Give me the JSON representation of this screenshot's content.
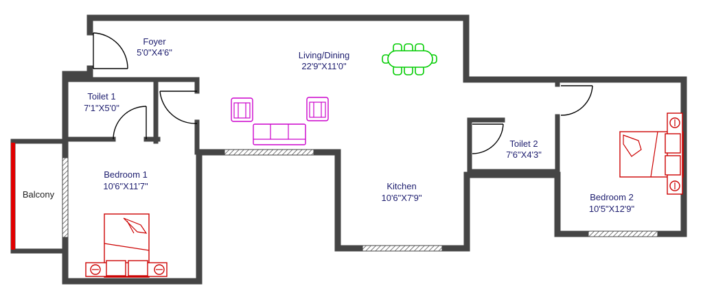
{
  "rooms": {
    "foyer": {
      "name": "Foyer",
      "size": "5'0\"X4'6\""
    },
    "living": {
      "name": "Living/Dining",
      "size": "22'9\"X11'0\""
    },
    "toilet1": {
      "name": "Toilet 1",
      "size": "7'1\"X5'0\""
    },
    "bedroom1": {
      "name": "Bedroom 1",
      "size": "10'6\"X11'7\""
    },
    "balcony": {
      "name": "Balcony"
    },
    "kitchen": {
      "name": "Kitchen",
      "size": "10'6\"X7'9\""
    },
    "toilet2": {
      "name": "Toilet 2",
      "size": "7'6\"X4'3\""
    },
    "bedroom2": {
      "name": "Bedroom 2",
      "size": "10'5\"X12'9\""
    }
  },
  "colors": {
    "wall": "#454545",
    "label": "#1c1c6e",
    "bed": "#cc0000",
    "sofa": "#cc00cc",
    "dining": "#00cc00",
    "balcony_rail": "#e00000"
  },
  "icons": {
    "bed": "double-bed-icon",
    "sofa": "sofa-icon",
    "armchair": "armchair-icon",
    "dining_table": "dining-table-icon",
    "door": "door-swing-icon"
  }
}
